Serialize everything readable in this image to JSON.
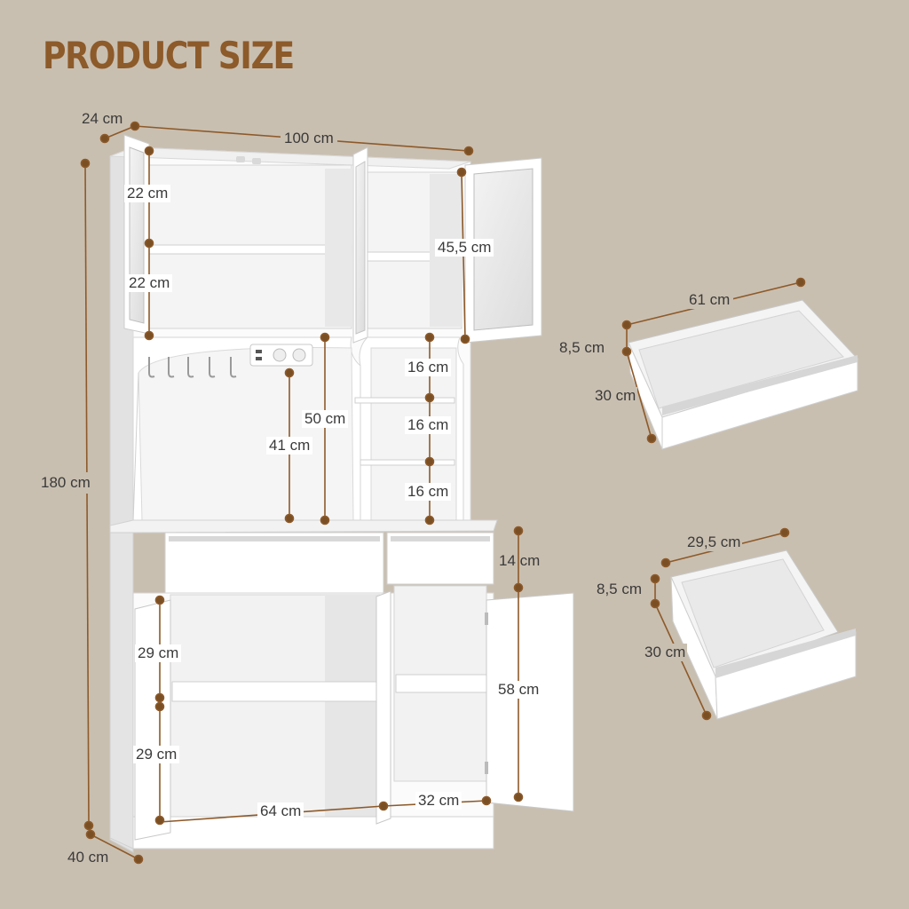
{
  "title": "PRODUCT SIZE",
  "colors": {
    "background": "#c9bfb0",
    "title": "#8d5a2a",
    "dimension_line": "#8d5a2a",
    "dimension_dot": "#7a4f24",
    "cabinet": "#ffffff"
  },
  "cabinet_dimensions": {
    "depth": "24 cm",
    "width": "100 cm",
    "height": "180 cm",
    "base_depth": "40 cm",
    "upper_shelf_top": "22 cm",
    "upper_shelf_bottom": "22 cm",
    "upper_right_height": "45,5 cm",
    "hutch_height": "50 cm",
    "hutch_inner_height": "41 cm",
    "small_shelf_1": "16 cm",
    "small_shelf_2": "16 cm",
    "small_shelf_3": "16 cm",
    "drawer_height": "14 cm",
    "lower_shelf_top": "29 cm",
    "lower_shelf_bottom": "29 cm",
    "lower_right_height": "58 cm",
    "lower_left_width": "64 cm",
    "lower_right_width": "32 cm"
  },
  "large_drawer": {
    "width": "61 cm",
    "height": "8,5 cm",
    "depth": "30 cm"
  },
  "small_drawer": {
    "width": "29,5 cm",
    "height": "8,5 cm",
    "depth": "30 cm"
  },
  "icons": [
    "hook-icon",
    "power-outlet-icon",
    "led-light-icon"
  ]
}
